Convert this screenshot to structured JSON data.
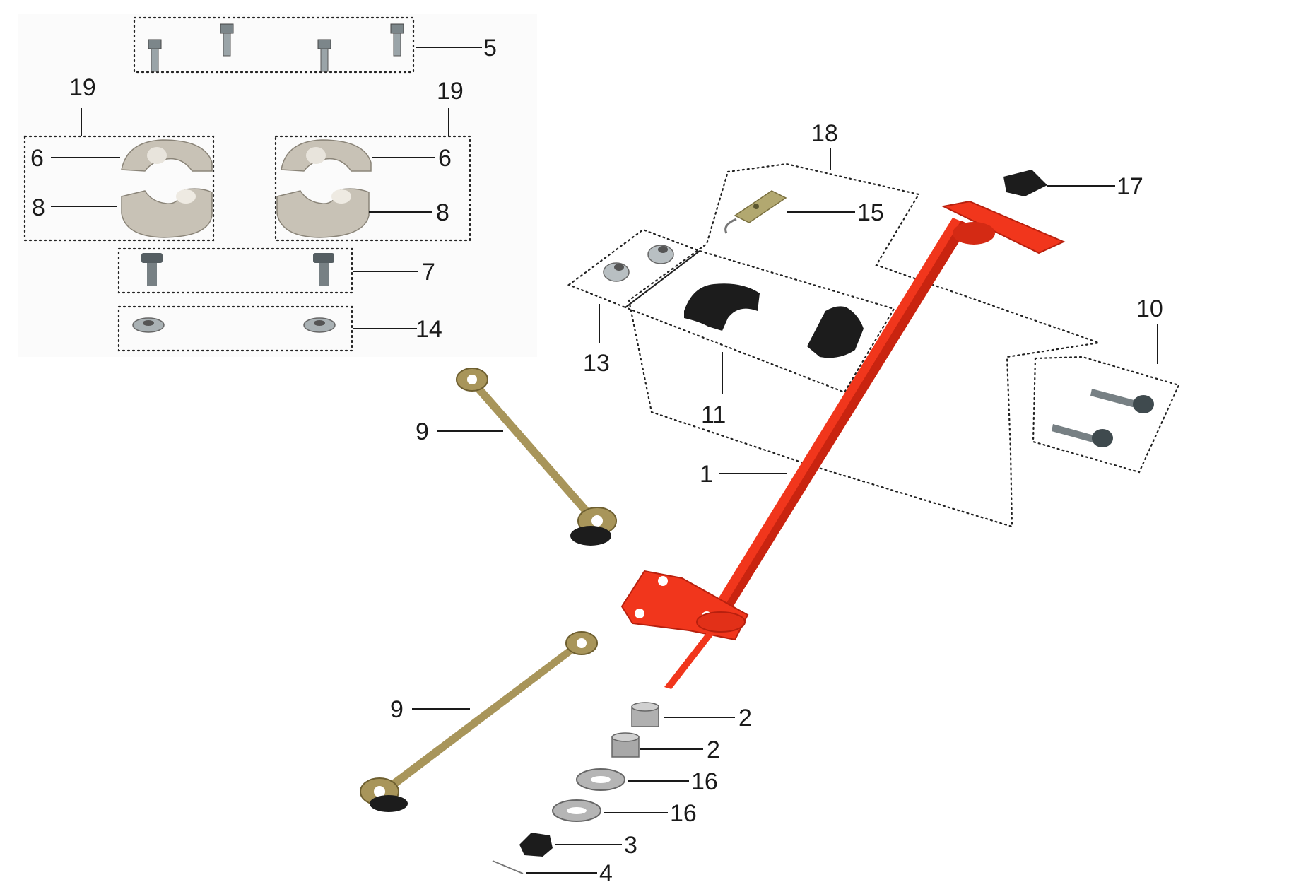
{
  "labels": {
    "l1": "1",
    "l2a": "2",
    "l2b": "2",
    "l3": "3",
    "l4": "4",
    "l5": "5",
    "l6a": "6",
    "l6b": "6",
    "l7": "7",
    "l8a": "8",
    "l8b": "8",
    "l9a": "9",
    "l9b": "9",
    "l10": "10",
    "l11": "11",
    "l13": "13",
    "l14": "14",
    "l15": "15",
    "l16a": "16",
    "l16b": "16",
    "l17": "17",
    "l18": "18",
    "l19a": "19",
    "l19b": "19"
  },
  "colors": {
    "shaft": "#f1361c",
    "shaft_dark": "#c92410",
    "rubber": "#1c1c1c",
    "aluminium": "#c8c2b6",
    "steel": "#9aa4a8",
    "brass": "#a8955a"
  }
}
